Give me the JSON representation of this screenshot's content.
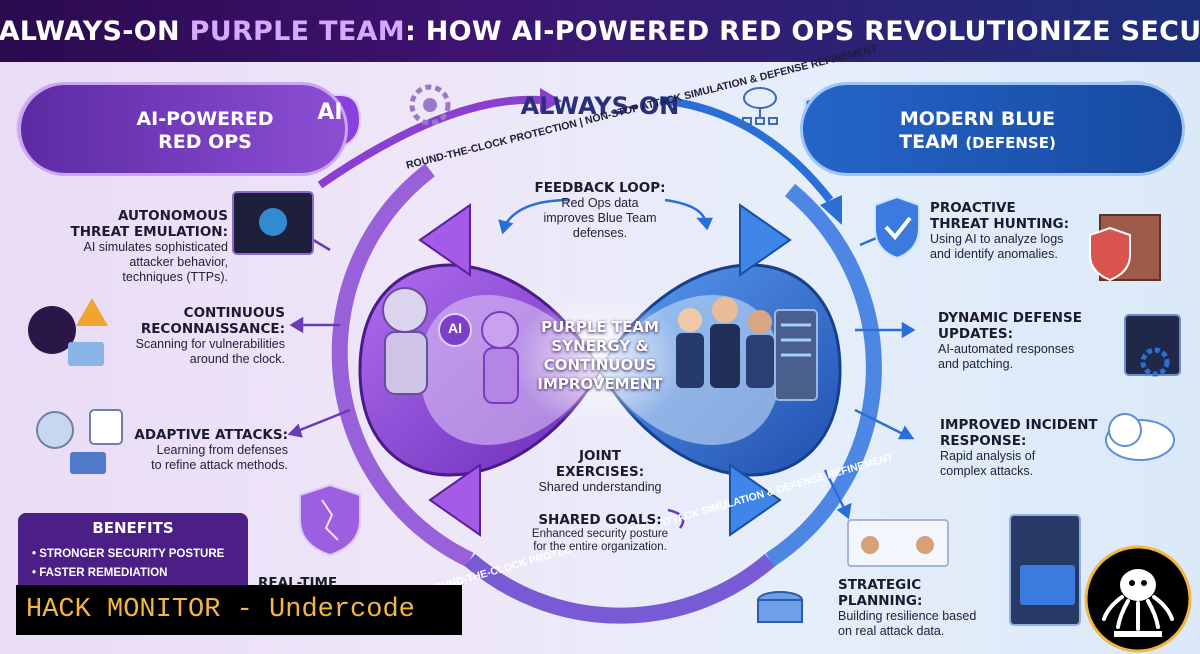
{
  "title": {
    "part1": "THE ALWAYS-ON ",
    "highlight": "PURPLE TEAM",
    "part2": ": HOW AI-POWERED RED OPS REVOLUTIONIZE SECURITY"
  },
  "red_header": {
    "line1": "AI-POWERED",
    "line2": "RED OPS",
    "badge": "AI"
  },
  "blue_header": {
    "line1": "MODERN BLUE",
    "line2": "TEAM",
    "suffix": "(DEFENSE)"
  },
  "always_on": "ALWAYS-ON",
  "arc_text": "ROUND-THE-CLOCK PROTECTION | NON-STOP ATTACK SIMULATION & DEFENSE REFINEMENT",
  "center": {
    "line1": "PURPLE TEAM",
    "line2": "SYNERGY &",
    "line3": "CONTINUOUS",
    "line4": "IMPROVEMENT",
    "badge": "AI"
  },
  "left_items": [
    {
      "heading1": "AUTONOMOUS",
      "heading2": "THREAT EMULATION:",
      "d1": "AI simulates sophisticated",
      "d2": "attacker behavior,",
      "d3": "techniques (TTPs)."
    },
    {
      "heading1": "CONTINUOUS",
      "heading2": "RECONNAISSANCE:",
      "d1": "Scanning for vulnerabilities",
      "d2": "around the clock."
    },
    {
      "heading1": "ADAPTIVE ATTACKS:",
      "d1": "Learning from defenses",
      "d2": "to refine attack methods."
    }
  ],
  "benefits": {
    "title": "BENEFITS",
    "items": [
      "STRONGER SECURITY POSTURE",
      "FASTER REMEDIATION"
    ]
  },
  "realtime_partial": "REAL-TIME REPORTING:",
  "feedback": {
    "h1": "FEEDBACK LOOP:",
    "d1": "Red Ops data",
    "d2": "improves Blue Team",
    "d3": "defenses."
  },
  "joint": {
    "h1": "JOINT",
    "h2": "EXERCISES:",
    "d1": "Shared understanding"
  },
  "shared": {
    "h1": "SHARED GOALS:",
    "d1": "Enhanced security posture",
    "d2": "for the entire organization."
  },
  "right_items": [
    {
      "heading1": "PROACTIVE",
      "heading2": "THREAT HUNTING:",
      "d1": "Using AI to analyze logs",
      "d2": "and identify anomalies."
    },
    {
      "heading1": "DYNAMIC DEFENSE",
      "heading2": "UPDATES:",
      "d1": "AI-automated responses",
      "d2": "and patching."
    },
    {
      "heading1": "IMPROVED INCIDENT",
      "heading2": "RESPONSE:",
      "d1": "Rapid analysis of",
      "d2": "complex attacks."
    },
    {
      "heading1": "STRATEGIC PLANNING:",
      "d1": "Building resilience based",
      "d2": "on real attack data."
    }
  ],
  "watermark": "HACK MONITOR - Undercode",
  "colors": {
    "purple": "#8a3fd1",
    "blue": "#2a6fd6",
    "title_bg": "#2b0a4e"
  }
}
